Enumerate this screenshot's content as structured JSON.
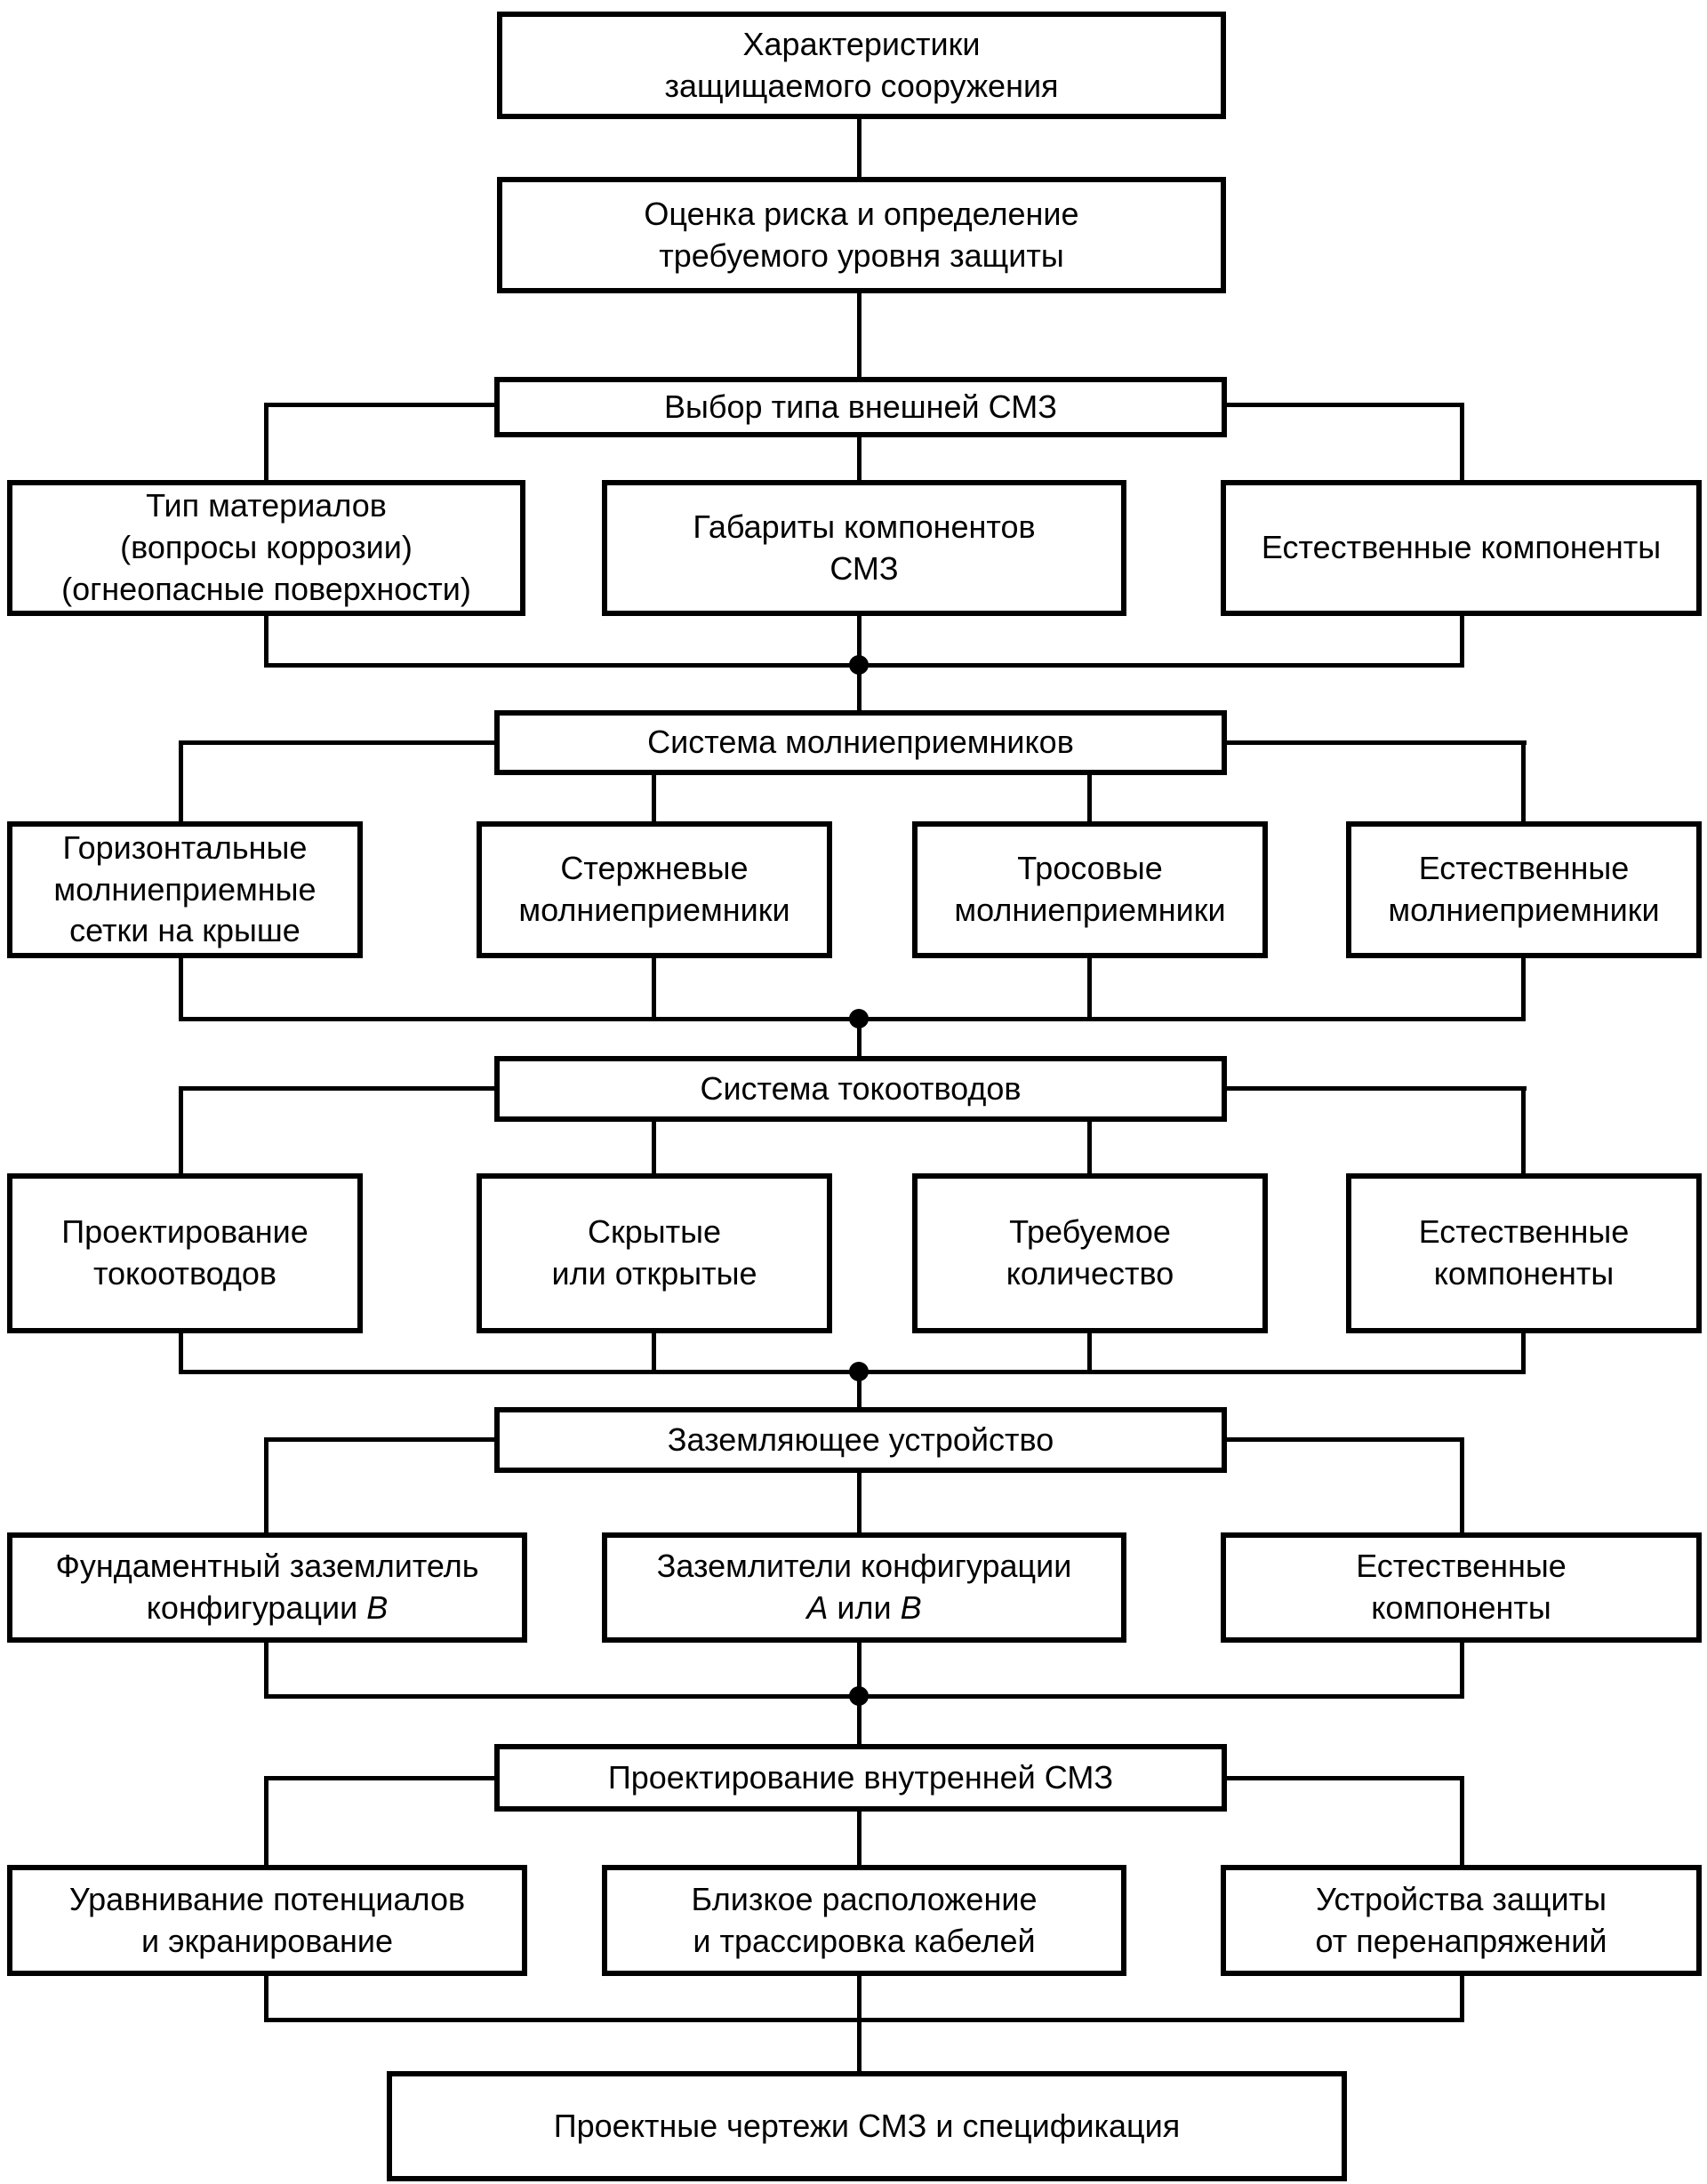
{
  "diagram": {
    "type": "flowchart",
    "language": "ru",
    "subject": "Порядок проектирования системы молниезащиты (СМЗ)"
  },
  "colors": {
    "background": "#ffffff",
    "box_fill": "#ffffff",
    "box_border": "#000000",
    "text": "#000000",
    "connector": "#000000"
  },
  "nodes": {
    "characteristics": "Характеристики\nзащищаемого сооружения",
    "risk_assessment": "Оценка риска и определение\nтребуемого уровня защиты",
    "external_smz_header": "Выбор типа внешней СМЗ",
    "material_type": "Тип материалов\n(вопросы коррозии)\n(огнеопасные поверхности)",
    "component_dimensions": "Габариты компонентов\nСМЗ",
    "natural_components_a": "Естественные компоненты",
    "air_termination_header": "Система молниеприемников",
    "horizontal_mesh": "Горизонтальные\nмолниеприемные\nсетки на крыше",
    "rod_terminals": "Стержневые\nмолниеприемники",
    "wire_terminals": "Тросовые\nмолниеприемники",
    "natural_terminals": "Естественные\nмолниеприемники",
    "down_conductor_header": "Система токоотводов",
    "conductor_design": "Проектирование\nтокоотводов",
    "hidden_or_open": "Скрытые\nили открытые",
    "required_quantity": "Требуемое\nколичество",
    "natural_components_c": "Естественные\nкомпоненты",
    "earthing_header": "Заземляющее устройство",
    "foundation_earth": {
      "prefix": "Фундаментный заземлитель\nконфигурации ",
      "italic": "В"
    },
    "config_ab": {
      "prefix": "Заземлители конфигурации\n",
      "italic_a": "А",
      "middle": " или ",
      "italic_b": "В"
    },
    "natural_components_d": "Естественные\nкомпоненты",
    "internal_smz_header": "Проектирование внутренней СМЗ",
    "potential_equalization": "Уравнивание потенциалов\nи экранирование",
    "cable_routing": "Близкое расположение\nи трассировка кабелей",
    "surge_protection": "Устройства защиты\nот перенапряжений",
    "final_drawings": "Проектные чертежи СМЗ и спецификация"
  }
}
